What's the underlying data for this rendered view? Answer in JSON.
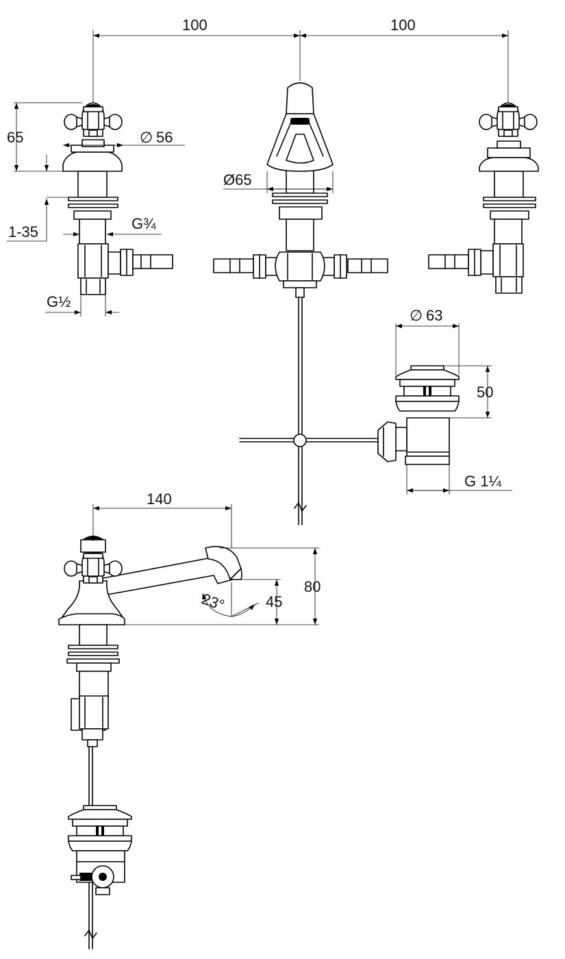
{
  "dimensions": {
    "spacing_left": "100",
    "spacing_right": "100",
    "handle_height": "65",
    "rosette_diameter": "56",
    "thread_connection_large": "G¾",
    "deck_thickness": "1-35",
    "thread_connection_small": "G½",
    "spout_base_diameter": "Ø65",
    "waste_diameter": "63",
    "waste_height": "50",
    "waste_thread": "G 1¼",
    "spout_reach": "140",
    "spout_height": "80",
    "spout_outlet_height": "45",
    "spout_angle": "23°"
  },
  "symbols": {
    "diameter_symbol": "∅"
  },
  "colors": {
    "line": "#000000",
    "background": "#ffffff"
  }
}
